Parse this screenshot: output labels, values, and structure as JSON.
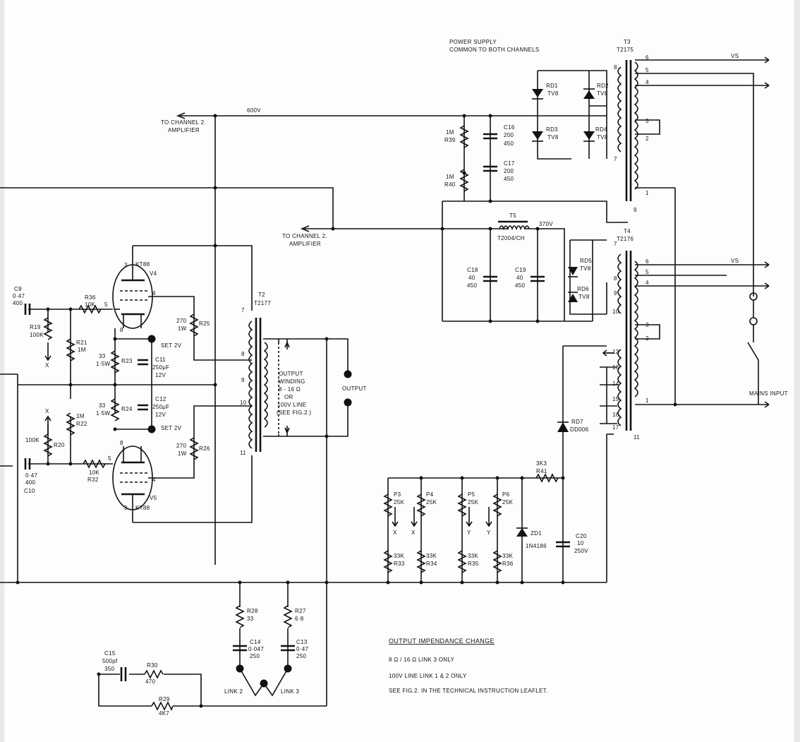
{
  "notes": {
    "power_supply_l1": "POWER SUPPLY",
    "power_supply_l2": "COMMON TO BOTH CHANNELS",
    "to_ch2_l1": "TO CHANNEL 2.",
    "to_ch2_l2": "AMPLIFIER",
    "output_winding_l1": "OUTPUT",
    "output_winding_l2": "WINDING",
    "output_winding_l3": "8 - 16 Ω",
    "output_winding_l4": "OR",
    "output_winding_l5": "100V LINE",
    "output_winding_l6": "(SEE FIG.2.)",
    "output": "OUTPUT",
    "mains_input": "MAINS INPUT",
    "vs": "VS",
    "hv": "600V",
    "v370": "370V",
    "set2v": "SET 2V",
    "link2": "LINK 2",
    "link3": "LINK 3",
    "imp_title": "OUTPUT IMPENDANCE CHANGE",
    "imp_l1": "8 Ω / 16 Ω  LINK 3 ONLY",
    "imp_l2": "100V LINE  LINK 1 & 2 ONLY",
    "imp_l3": "SEE FIG.2. IN THE TECHNICAL INSTRUCTION LEAFLET."
  },
  "tubes": {
    "v4": {
      "ref": "V4",
      "type": "KT88",
      "p1": "3",
      "p2": "4",
      "p3": "5",
      "p4": "8"
    },
    "v5": {
      "ref": "V5",
      "type": "KT88",
      "p1": "8",
      "p2": "5",
      "p3": "4",
      "p4": "3"
    }
  },
  "transformers": {
    "t2": {
      "ref": "T2",
      "part": "T2177",
      "pins": [
        "7",
        "8",
        "9",
        "10",
        "11"
      ]
    },
    "t3": {
      "ref": "T3",
      "part": "T2175",
      "pins": [
        "6",
        "5",
        "4",
        "3",
        "2",
        "1",
        "8",
        "7",
        "9"
      ]
    },
    "t4": {
      "ref": "T4",
      "part": "T2176",
      "pins": [
        "7",
        "8",
        "9",
        "10",
        "6",
        "5",
        "4",
        "3",
        "2",
        "1",
        "12",
        "13",
        "14",
        "15",
        "16",
        "17",
        "11"
      ]
    },
    "t5": {
      "ref": "T5",
      "part": "T2004/CH"
    }
  },
  "components": {
    "c9": {
      "ref": "C9",
      "v1": "0·47",
      "v2": "400"
    },
    "c10": {
      "ref": "C10",
      "v1": "0·47",
      "v2": "400"
    },
    "r19": {
      "ref": "R19",
      "v": "100K"
    },
    "r36": {
      "ref": "R36",
      "v": "10K"
    },
    "r21": {
      "ref": "R21",
      "v": "1M"
    },
    "r22": {
      "ref": "R22",
      "v": "1M"
    },
    "r20": {
      "ref": "R20",
      "v": "100K"
    },
    "r32": {
      "ref": "R32",
      "v": "10K"
    },
    "r23": {
      "ref": "R23",
      "v1": "33",
      "v2": "1·5W"
    },
    "r24": {
      "ref": "R24",
      "v1": "33",
      "v2": "1·5W"
    },
    "r25": {
      "ref": "R25",
      "v1": "270",
      "v2": "1W"
    },
    "r26": {
      "ref": "R26",
      "v1": "270",
      "v2": "1W"
    },
    "c11": {
      "ref": "C11",
      "v1": "250μF",
      "v2": "12V"
    },
    "c12": {
      "ref": "C12",
      "v1": "250μF",
      "v2": "12V"
    },
    "r39": {
      "ref": "R39",
      "v": "1M"
    },
    "r40": {
      "ref": "R40",
      "v": "1M"
    },
    "c16": {
      "ref": "C16",
      "v1": "200",
      "v2": "450"
    },
    "c17": {
      "ref": "C17",
      "v1": "200",
      "v2": "450"
    },
    "rd1": {
      "ref": "RD1",
      "v": "TV8"
    },
    "rd2": {
      "ref": "RD2",
      "v": "TV8"
    },
    "rd3": {
      "ref": "RD3",
      "v": "TV8"
    },
    "rd4": {
      "ref": "RD4",
      "v": "TV8"
    },
    "rd5": {
      "ref": "RD5",
      "v": "TV8"
    },
    "rd6": {
      "ref": "RD6",
      "v": "TV8"
    },
    "rd7": {
      "ref": "RD7",
      "v": "DD006"
    },
    "c18": {
      "ref": "C18",
      "v1": "40",
      "v2": "450"
    },
    "c19": {
      "ref": "C19",
      "v1": "40",
      "v2": "450"
    },
    "r41": {
      "ref": "R41",
      "v": "3K3"
    },
    "p3": {
      "ref": "P3",
      "v": "25K",
      "w": "X"
    },
    "p4": {
      "ref": "P4",
      "v": "25K",
      "w": "X"
    },
    "p5": {
      "ref": "P5",
      "v": "25K",
      "w": "Y"
    },
    "p6": {
      "ref": "P6",
      "v": "25K",
      "w": "Y"
    },
    "r33": {
      "ref": "R33",
      "v": "33K"
    },
    "r34": {
      "ref": "R34",
      "v": "33K"
    },
    "r35": {
      "ref": "R35",
      "v": "33K"
    },
    "r36b": {
      "ref": "R36",
      "v": "33K"
    },
    "zd1": {
      "ref": "ZD1",
      "v": "1N4186"
    },
    "c20": {
      "ref": "C20",
      "v1": "10",
      "v2": "250V"
    },
    "r28": {
      "ref": "R28",
      "v": "33"
    },
    "r27": {
      "ref": "R27",
      "v": "6·8"
    },
    "c14": {
      "ref": "C14",
      "v1": "0·047",
      "v2": "250"
    },
    "c13": {
      "ref": "C13",
      "v1": "0·47",
      "v2": "250"
    },
    "c15": {
      "ref": "C15",
      "v1": "500pf",
      "v2": "350"
    },
    "r30": {
      "ref": "R30",
      "v": "470"
    },
    "r29": {
      "ref": "R29",
      "v": "4K7"
    }
  },
  "marks": {
    "x": "X",
    "y": "Y"
  }
}
